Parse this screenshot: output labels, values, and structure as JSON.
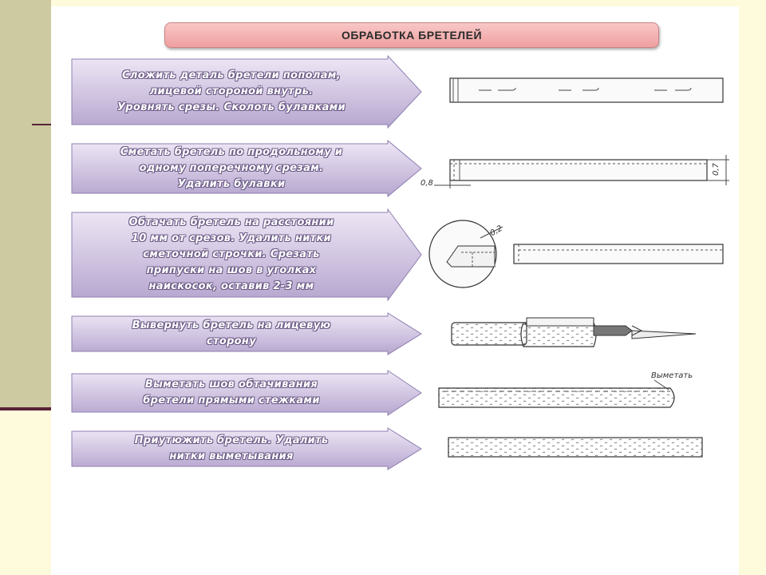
{
  "title": "ОБРАБОТКА БРЕТЕЛЕЙ",
  "steps": [
    {
      "text": "Сложить деталь бретели пополам,\nлицевой стороной внутрь.\nУровнять срезы. Сколоть булавками"
    },
    {
      "text": "Сметать бретель по продольному и\nодному поперечному срезам.\nУдалить булавки"
    },
    {
      "text": "Обтачать бретель на расстоянии\n10 мм от срезов. Удалить нитки\nсметочной строчки. Срезать\nприпуски на шов в уголках\nнаискосок, оставив 2-3 мм"
    },
    {
      "text": "Вывернуть бретель на лицевую\nсторону"
    },
    {
      "text": "Выметать шов обтачивания\nбретели прямыми стежками"
    },
    {
      "text": "Приутюжить бретель. Удалить\nнитки выметывания"
    }
  ],
  "annotations": {
    "dim_small": "0,8",
    "dim_side": "0,7",
    "dim_circle": "0,2",
    "vymetat": "Выметать"
  },
  "colors": {
    "arrow_fill_top": "#efe8f6",
    "arrow_fill_bottom": "#b6a6cf",
    "arrow_stroke": "#8f7fb0",
    "title_fill": "#f3b1b1"
  }
}
